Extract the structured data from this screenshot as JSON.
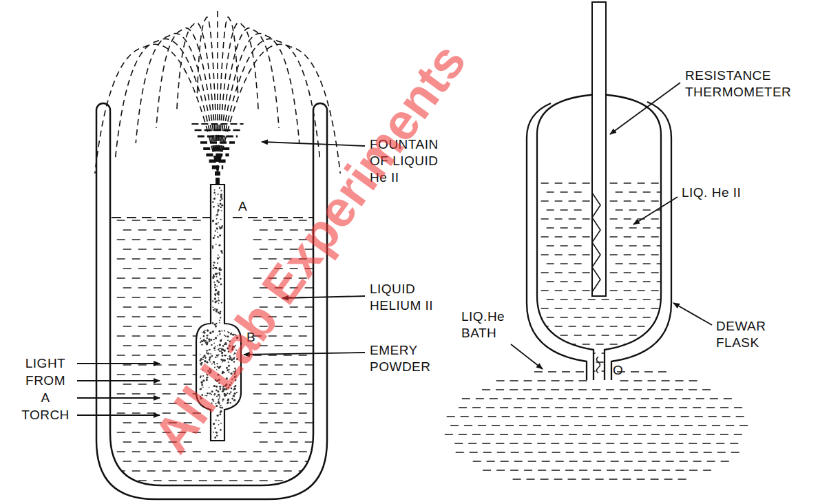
{
  "diagram": {
    "labels": [
      "FOUNTAIN OF LIQUID He II",
      "A",
      "LIQUID HELIUM II",
      "B",
      "EMERY POWDER",
      "LIGHT FROM A TORCH",
      "RESISTANCE THERMOMETER",
      "LIQ. He II",
      "LIQ.He BATH",
      "DEWAR FLASK",
      "O",
      "All Lab Experiments"
    ]
  }
}
